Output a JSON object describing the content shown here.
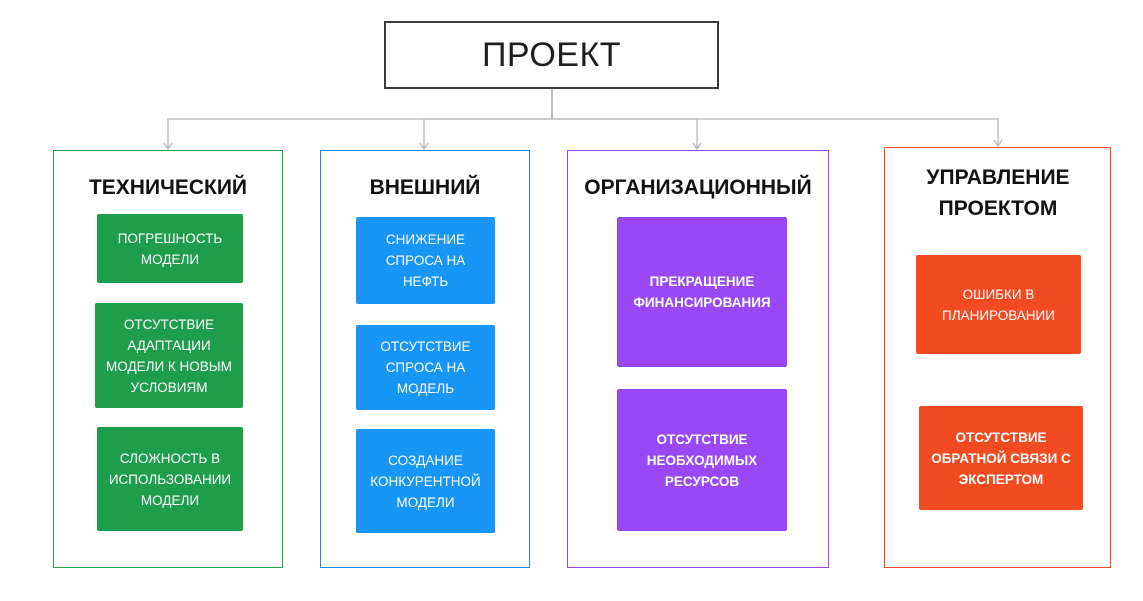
{
  "root": {
    "label": "ПРОЕКТ"
  },
  "columns": [
    {
      "title": "ТЕХНИЧЕСКИЙ",
      "border_color": "#22a34a",
      "card_color": "#1e9e4b",
      "cards": [
        {
          "label": "ПОГРЕШНОСТЬ МОДЕЛИ"
        },
        {
          "label": "ОТСУТСТВИЕ АДАПТАЦИИ МОДЕЛИ К НОВЫМ УСЛОВИЯМ"
        },
        {
          "label": "СЛОЖНОСТЬ В ИСПОЛЬЗОВАНИИ МОДЕЛИ"
        }
      ]
    },
    {
      "title": "ВНЕШНИЙ",
      "border_color": "#1a8cf0",
      "card_color": "#1796f7",
      "cards": [
        {
          "label": "СНИЖЕНИЕ СПРОСА НА НЕФТЬ"
        },
        {
          "label": "ОТСУТСТВИЕ СПРОСА НА МОДЕЛЬ"
        },
        {
          "label": "СОЗДАНИЕ КОНКУРЕНТНОЙ МОДЕЛИ"
        }
      ]
    },
    {
      "title": "ОРГАНИЗАЦИОННЫЙ",
      "border_color": "#9b45f2",
      "card_color": "#9a48f5",
      "cards": [
        {
          "label": "ПРЕКРАЩЕНИЕ ФИНАНСИРОВАНИЯ"
        },
        {
          "label": "ОТСУТСТВИЕ НЕОБХОДИМЫХ РЕСУРСОВ"
        }
      ]
    },
    {
      "title": "УПРАВЛЕНИЕ ПРОЕКТОМ",
      "border_color": "#f04a24",
      "card_color": "#f24b22",
      "cards": [
        {
          "label": "ОШИБКИ В ПЛАНИРОВАНИИ"
        },
        {
          "label": "ОТСУТСТВИЕ ОБРАТНОЙ СВЯЗИ С ЭКСПЕРТОМ"
        }
      ]
    }
  ],
  "connector_color": "#b5b5b5"
}
